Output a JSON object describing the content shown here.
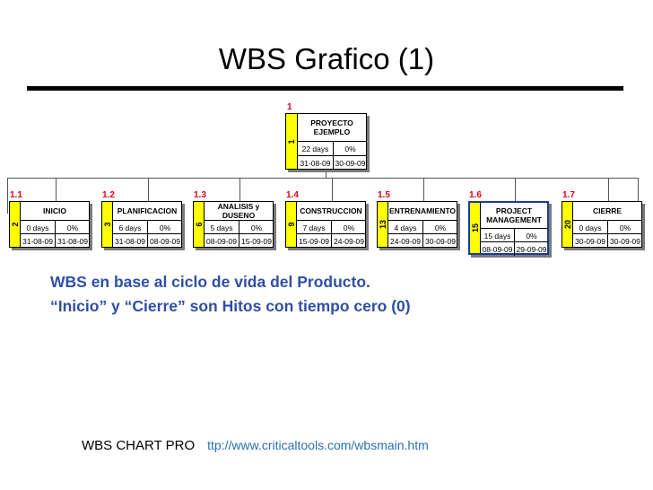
{
  "slide": {
    "title": "WBS Grafico (1)",
    "caption_line1": "WBS en base al ciclo de vida del Producto.",
    "caption_line2": "“Inicio” y “Cierre” son Hitos con tiempo cero (0)",
    "footer_label": "WBS CHART PRO",
    "footer_url": "ttp://www.criticaltools.com/wbsmain.htm"
  },
  "colors": {
    "accent_text": "#2f4fa6",
    "node_id_red": "#e0001a",
    "side_yellow": "#ffff00",
    "link": "#2a6fb0"
  },
  "wbs": {
    "root": {
      "id": "1",
      "side": "1",
      "name": "PROYECTO\nEJEMPLO",
      "duration": "22 days",
      "pct": "0%",
      "start": "31-08-09",
      "end": "30-09-09"
    },
    "children": [
      {
        "id": "1.1",
        "side": "2",
        "name": "INICIO",
        "duration": "0 days",
        "pct": "0%",
        "start": "31-08-09",
        "end": "31-08-09"
      },
      {
        "id": "1.2",
        "side": "3",
        "name": "PLANIFICACION",
        "duration": "6 days",
        "pct": "0%",
        "start": "31-08-09",
        "end": "08-09-09"
      },
      {
        "id": "1.3",
        "side": "6",
        "name": "ANALISIS y DUSENO",
        "duration": "5 days",
        "pct": "0%",
        "start": "08-09-09",
        "end": "15-09-09"
      },
      {
        "id": "1.4",
        "side": "9",
        "name": "CONSTRUCCION",
        "duration": "7 days",
        "pct": "0%",
        "start": "15-09-09",
        "end": "24-09-09"
      },
      {
        "id": "1.5",
        "side": "13",
        "name": "ENTRENAMIENTO",
        "duration": "4 days",
        "pct": "0%",
        "start": "24-09-09",
        "end": "30-09-09"
      },
      {
        "id": "1.6",
        "side": "15",
        "name": "PROJECT\nMANAGEMENT",
        "duration": "15 days",
        "pct": "0%",
        "start": "08-09-09",
        "end": "29-09-09"
      },
      {
        "id": "1.7",
        "side": "20",
        "name": "CIERRE",
        "duration": "0 days",
        "pct": "0%",
        "start": "30-09-09",
        "end": "30-09-09"
      }
    ]
  }
}
